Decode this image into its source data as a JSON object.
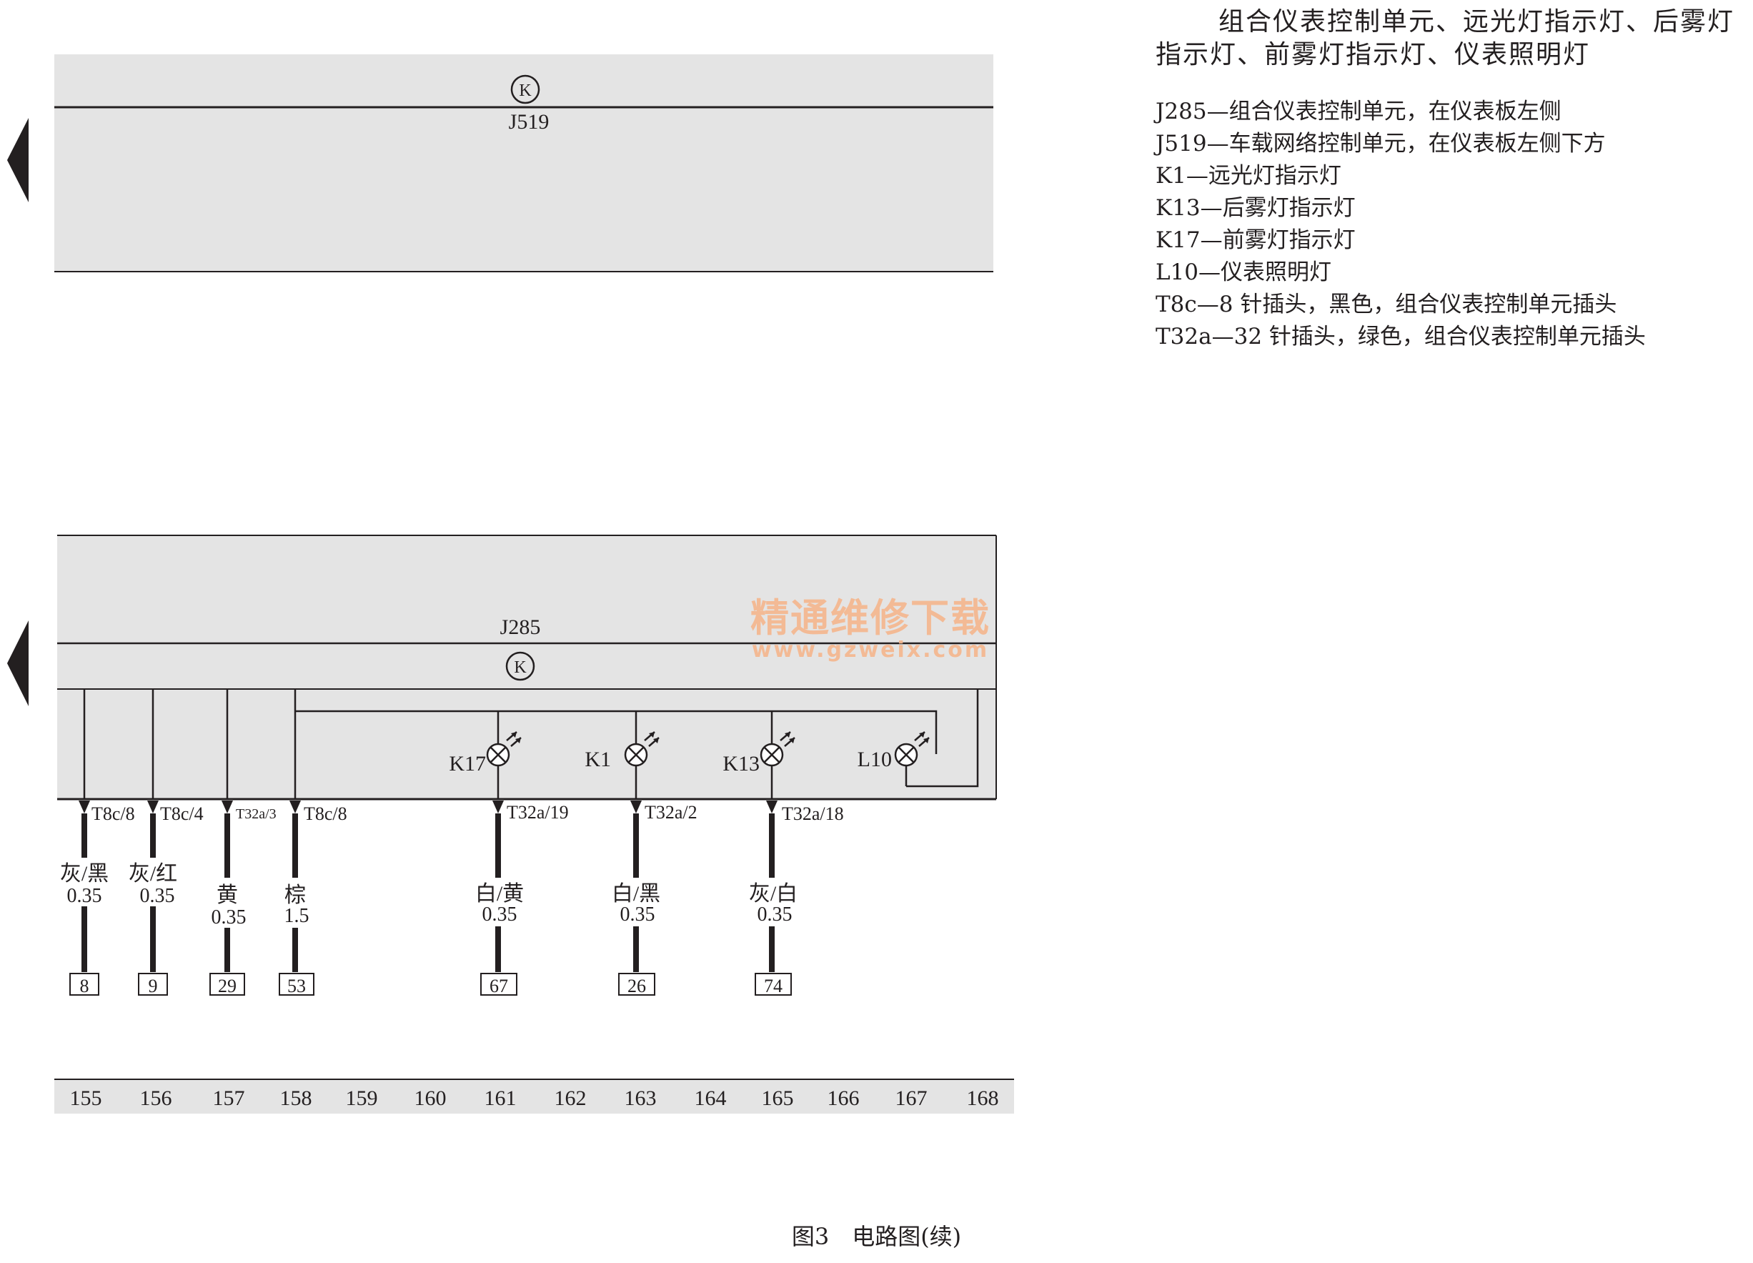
{
  "legend": {
    "title": "组合仪表控制单元、远光灯指示灯、后雾灯指示灯、前雾灯指示灯、仪表照明灯",
    "items": [
      "J285—组合仪表控制单元，在仪表板左侧",
      "J519—车载网络控制单元，在仪表板左侧下方",
      "K1—远光灯指示灯",
      "K13—后雾灯指示灯",
      "K17—前雾灯指示灯",
      "L10—仪表照明灯",
      "T8c—8 针插头，黑色，组合仪表控制单元插头",
      "T32a—32 针插头，绿色，组合仪表控制单元插头"
    ]
  },
  "caption": "图3　电路图(续)",
  "watermark": {
    "line1": "精通维修下载",
    "line2": "www.gzweix.com"
  },
  "j519": {
    "label": "J519",
    "symbol": "K"
  },
  "j285": {
    "label": "J285",
    "symbol": "K"
  },
  "lamps": [
    {
      "label": "K17"
    },
    {
      "label": "K1"
    },
    {
      "label": "K13"
    },
    {
      "label": "L10"
    }
  ],
  "wires": [
    {
      "pin": "T8c/8",
      "color": "灰/黑",
      "size": "0.35",
      "ref": "8"
    },
    {
      "pin": "T8c/4",
      "color": "灰/红",
      "size": "0.35",
      "ref": "9"
    },
    {
      "pin": "T32a/3",
      "color": "黄",
      "size": "0.35",
      "ref": "29"
    },
    {
      "pin": "T8c/8",
      "color": "棕",
      "size": "1.5",
      "ref": "53"
    },
    {
      "pin": "T32a/19",
      "color": "白/黄",
      "size": "0.35",
      "ref": "67"
    },
    {
      "pin": "T32a/2",
      "color": "白/黑",
      "size": "0.35",
      "ref": "26"
    },
    {
      "pin": "T32a/18",
      "color": "灰/白",
      "size": "0.35",
      "ref": "74"
    }
  ],
  "ruler": [
    "155",
    "156",
    "157",
    "158",
    "159",
    "160",
    "161",
    "162",
    "163",
    "164",
    "165",
    "166",
    "167",
    "168"
  ]
}
